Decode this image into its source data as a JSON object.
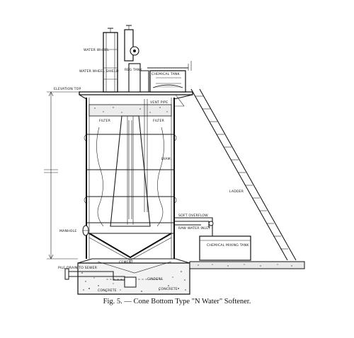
{
  "caption": "Fig. 5. — Cone Bottom Type \"N Water\" Softener.",
  "labels": {
    "water_wheel": "WATER WHEEL",
    "water_wheel_shield": "WATER WHEEL SHIELD",
    "reg_tank": "REG TANK",
    "chemical_tank": "CHEMICAL TANK",
    "elevation": "ELEVATION TOP",
    "vent_pipe": "VENT PIPE",
    "filter_left": "FILTER",
    "filter_right": "FILTER",
    "diam": "DIAM.",
    "ladder": "LADDER",
    "soft_overflow": "SOFT OVERFLOW",
    "raw_water_inlet": "RAW WATER INLET",
    "chemical_mixing_tank": "CHEMICAL MIXING TANK",
    "manhole": "MANHOLE",
    "cement": "CEMENT",
    "pile_drain": "PILE DRAIN TO SEWER",
    "cinders": "CINDERS",
    "concrete_left": "CONCRETE",
    "concrete_right": "CONCRETE"
  }
}
